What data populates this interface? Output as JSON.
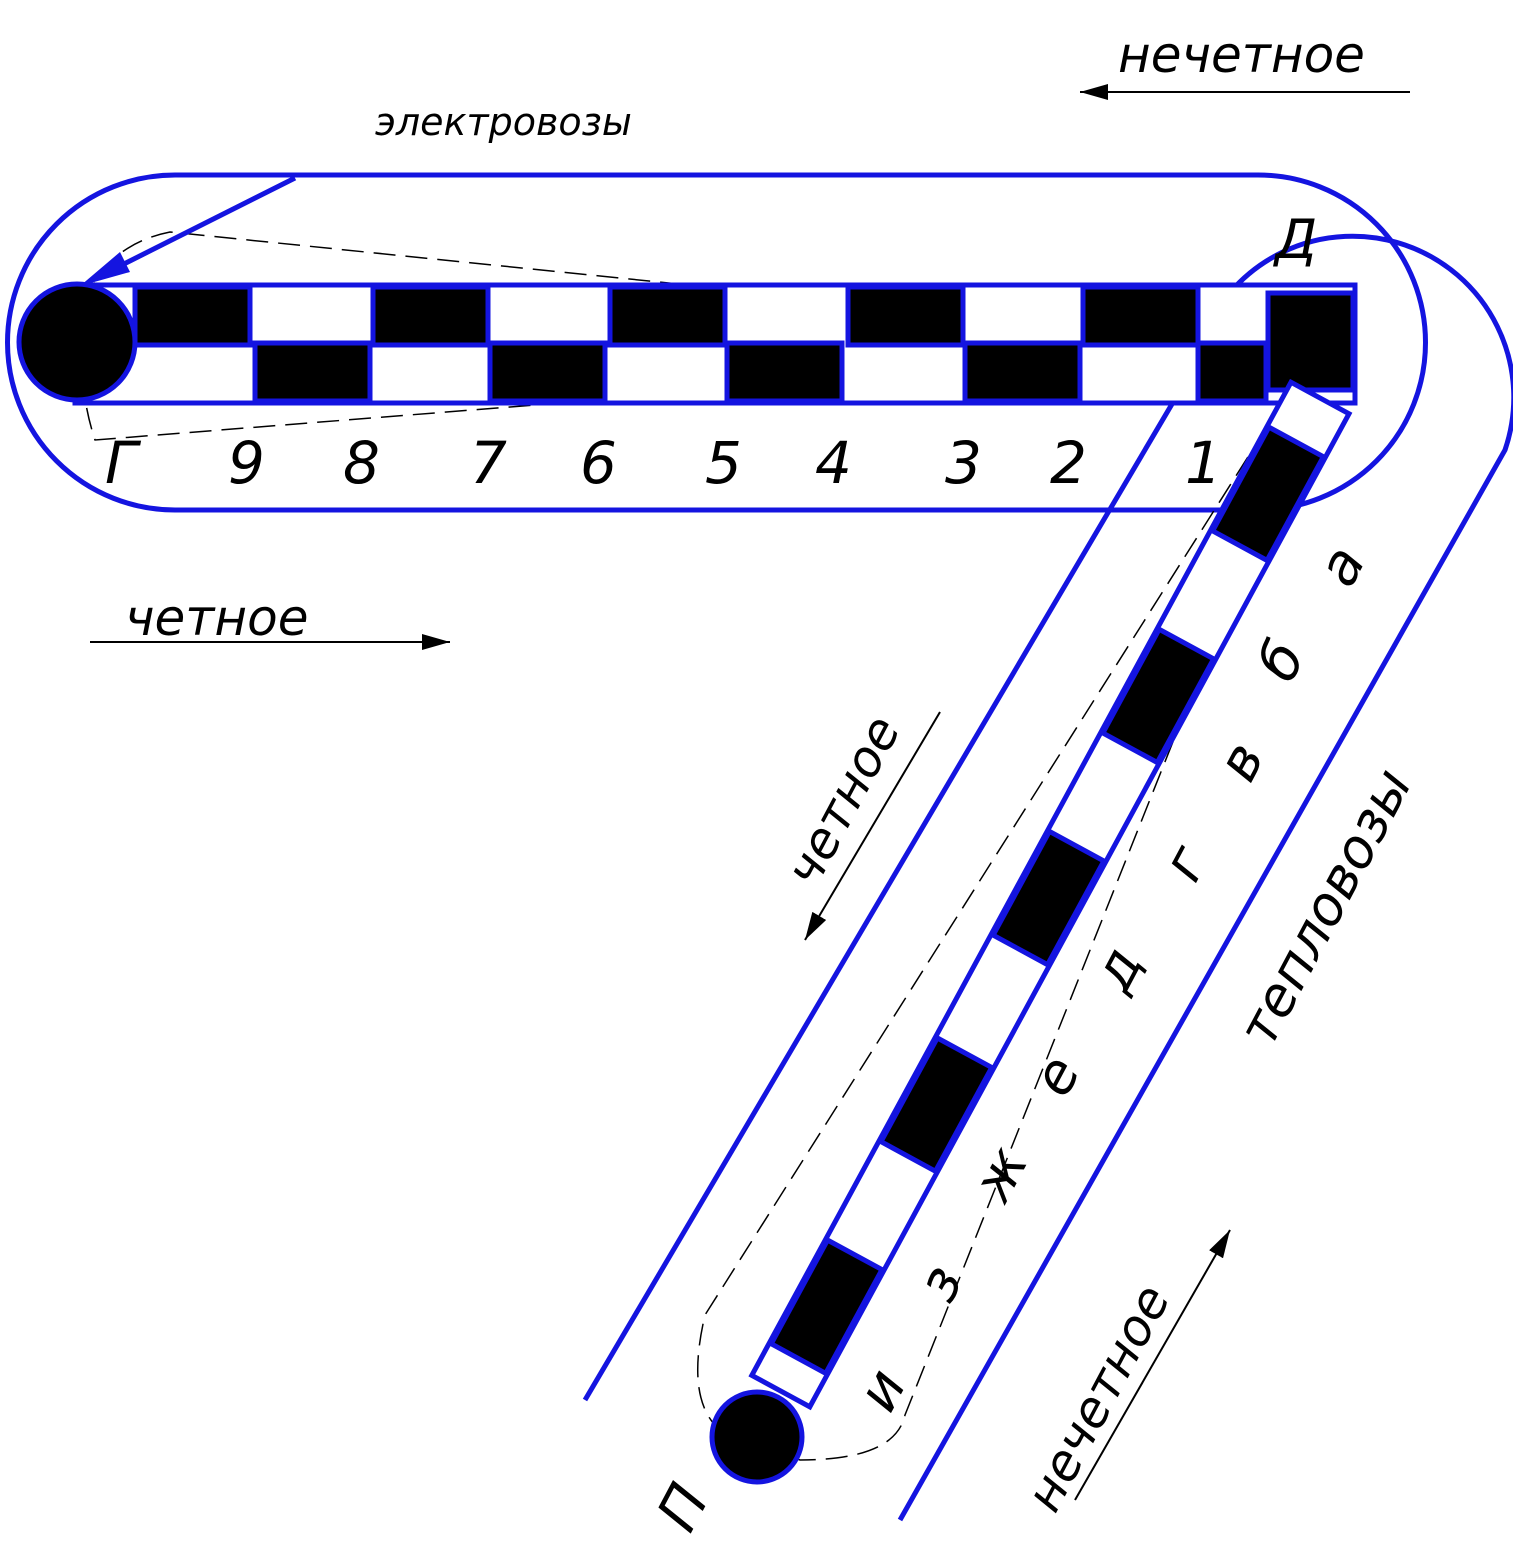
{
  "colors": {
    "track": "#1414e0",
    "fill": "#000000"
  },
  "labels": {
    "top_direction": "нечетное",
    "electric": "электровозы",
    "left_direction": "четное",
    "diag_left_direction": "четное",
    "diag_right_direction": "нечетное",
    "diesel": "тепловозы",
    "end_d": "Д",
    "end_p": "П"
  },
  "horizontal_positions": [
    "Г",
    "9",
    "8",
    "7",
    "6",
    "5",
    "4",
    "3",
    "2",
    "1"
  ],
  "diagonal_positions": [
    "а",
    "б",
    "в",
    "г",
    "д",
    "е",
    "ж",
    "з",
    "и"
  ]
}
